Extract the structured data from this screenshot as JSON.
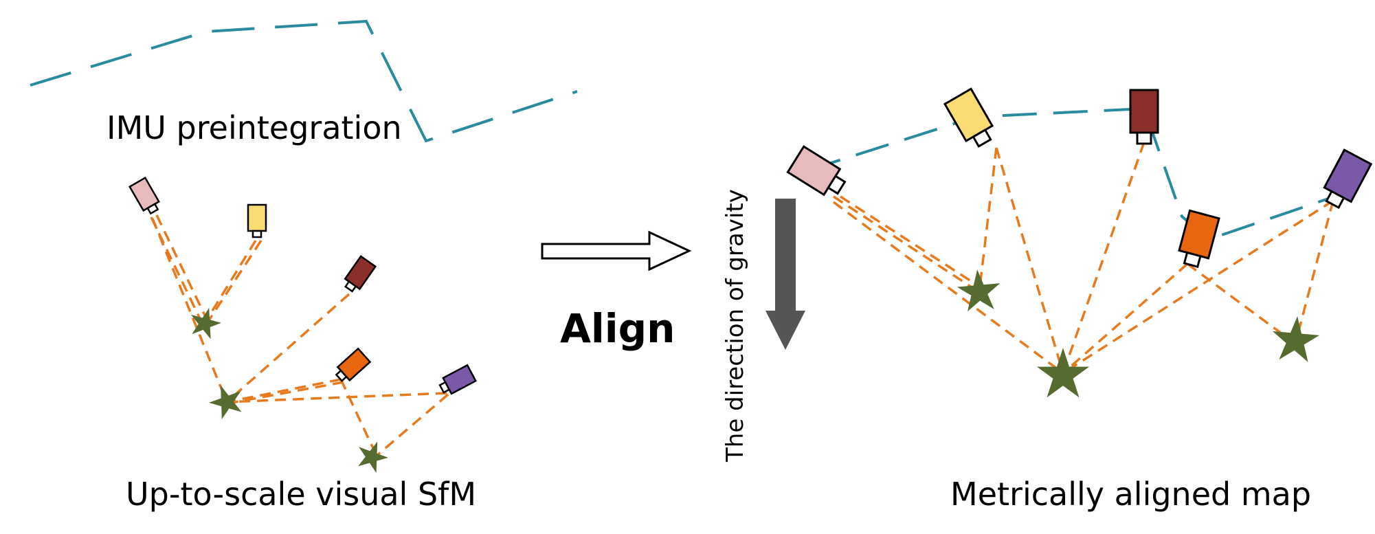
{
  "labels": {
    "imu": "IMU preintegration",
    "sfm": "Up-to-scale visual SfM",
    "align": "Align",
    "gravity": "The direction of gravity",
    "metric": "Metrically aligned map"
  },
  "colors": {
    "imu_trajectory": "#2a8a9e",
    "observation_lines": "#e87a1e",
    "landmark": "#556b2f",
    "gravity_arrow": "#555555",
    "camera_pink": "#e8bcbc",
    "camera_yellow": "#f9dc72",
    "camera_brown": "#8b2f2a",
    "camera_orange": "#e8670e",
    "camera_purple": "#7a5aa8"
  },
  "icons": {
    "camera": "camera-icon",
    "landmark": "star-icon",
    "align_arrow": "right-arrow-icon",
    "gravity_arrow": "down-arrow-icon"
  }
}
